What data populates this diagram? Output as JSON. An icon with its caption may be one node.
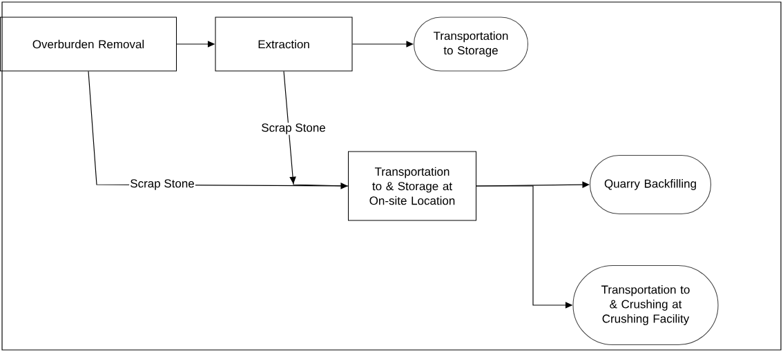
{
  "diagram": {
    "nodes": [
      {
        "text": [
          "Overburden Removal"
        ]
      },
      {
        "text": [
          "Extraction"
        ]
      },
      {
        "text": [
          "Transportation to Storage"
        ]
      },
      {
        "text": [
          "Transportation to & Storage at On-site Location"
        ]
      },
      {
        "text": [
          "Quarry Backfilling"
        ]
      },
      {
        "text": [
          "Transportation to & Crushing at Crushing Facility"
        ]
      }
    ],
    "edges": [
      {
        "from": 0,
        "to": 1,
        "arrow": "to"
      },
      {
        "from": 1,
        "to": 2,
        "arrow": "to"
      },
      {
        "from": 0,
        "to": 3,
        "arrow": "to",
        "label": "Scrap Stone"
      },
      {
        "from": 1,
        "to": 3,
        "arrow": "to",
        "label": "Scrap Stone"
      },
      {
        "from": 3,
        "to": 4,
        "arrow": "to"
      },
      {
        "from": 3,
        "to": 5,
        "arrow": "to"
      }
    ]
  }
}
